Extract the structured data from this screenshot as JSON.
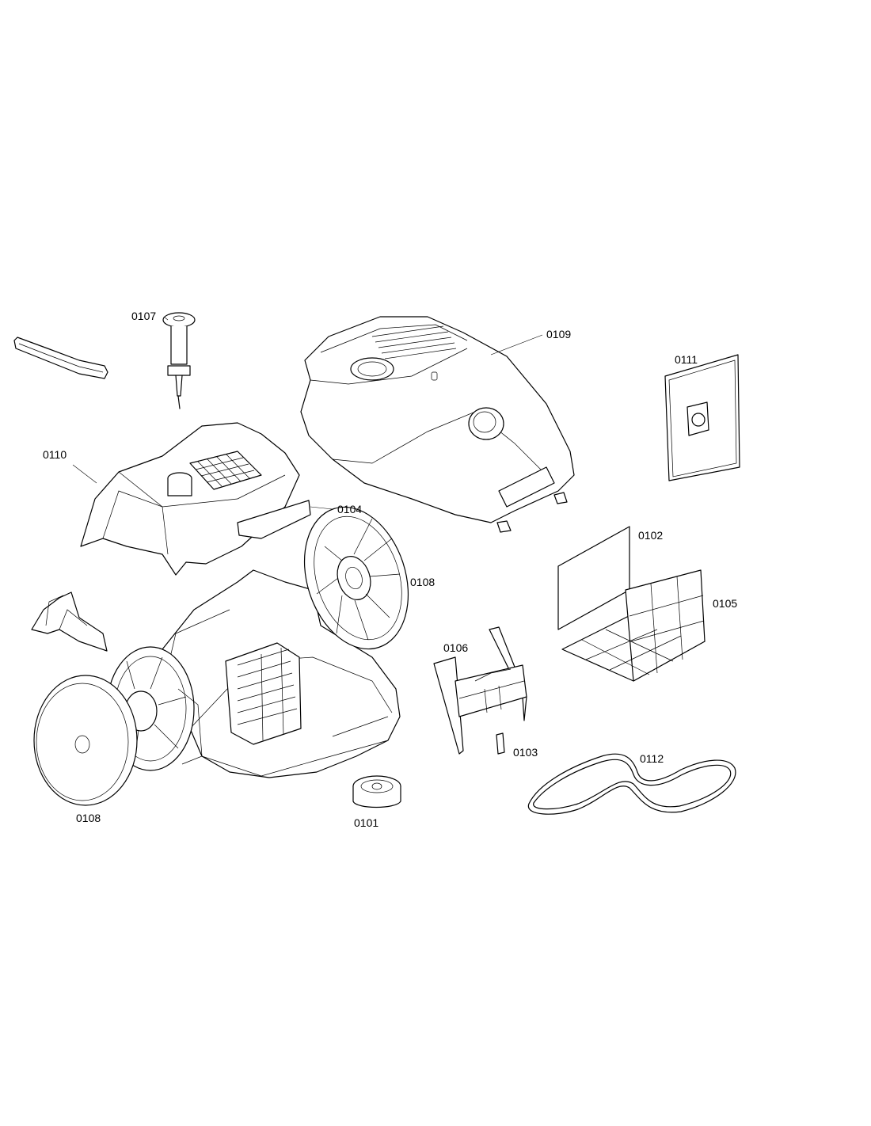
{
  "parts": [
    {
      "id": "p0101",
      "label": "0101"
    },
    {
      "id": "p0102",
      "label": "0102"
    },
    {
      "id": "p0103",
      "label": "0103"
    },
    {
      "id": "p0104",
      "label": "0104"
    },
    {
      "id": "p0105",
      "label": "0105"
    },
    {
      "id": "p0106",
      "label": "0106"
    },
    {
      "id": "p0107",
      "label": "0107"
    },
    {
      "id": "p0108a",
      "label": "0108"
    },
    {
      "id": "p0108b",
      "label": "0108"
    },
    {
      "id": "p0109",
      "label": "0109"
    },
    {
      "id": "p0110",
      "label": "0110"
    },
    {
      "id": "p0111",
      "label": "0111"
    },
    {
      "id": "p0112",
      "label": "0112"
    }
  ]
}
